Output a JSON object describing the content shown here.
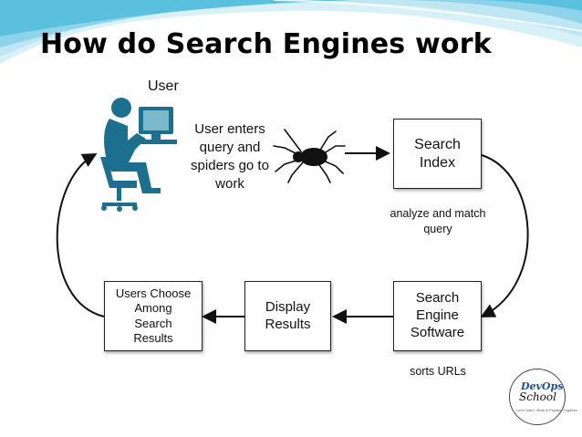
{
  "slide": {
    "title": "How do Search Engines work"
  },
  "diagram": {
    "user_label": "User",
    "user_caption": [
      "User enters",
      "query and",
      "spiders go to",
      "work"
    ],
    "search_index": [
      "Search",
      "Index"
    ],
    "analyze_note": [
      "analyze and match",
      "query"
    ],
    "search_engine_software": [
      "Search",
      "Engine",
      "Software"
    ],
    "sorts_note": "sorts URLs",
    "display_results": [
      "Display",
      "Results"
    ],
    "users_choose": [
      "Users Choose",
      "Among",
      "Search",
      "Results"
    ]
  },
  "logo": {
    "line1": "DevOps",
    "line2": "School",
    "tagline": "Let's Learn, Work & Practice Together"
  },
  "colors": {
    "swoosh_dark": "#5bc0de",
    "swoosh_light": "#bfe6f2",
    "user_figure": "#1d6f8f",
    "logo_blue": "#1d4e9e"
  }
}
